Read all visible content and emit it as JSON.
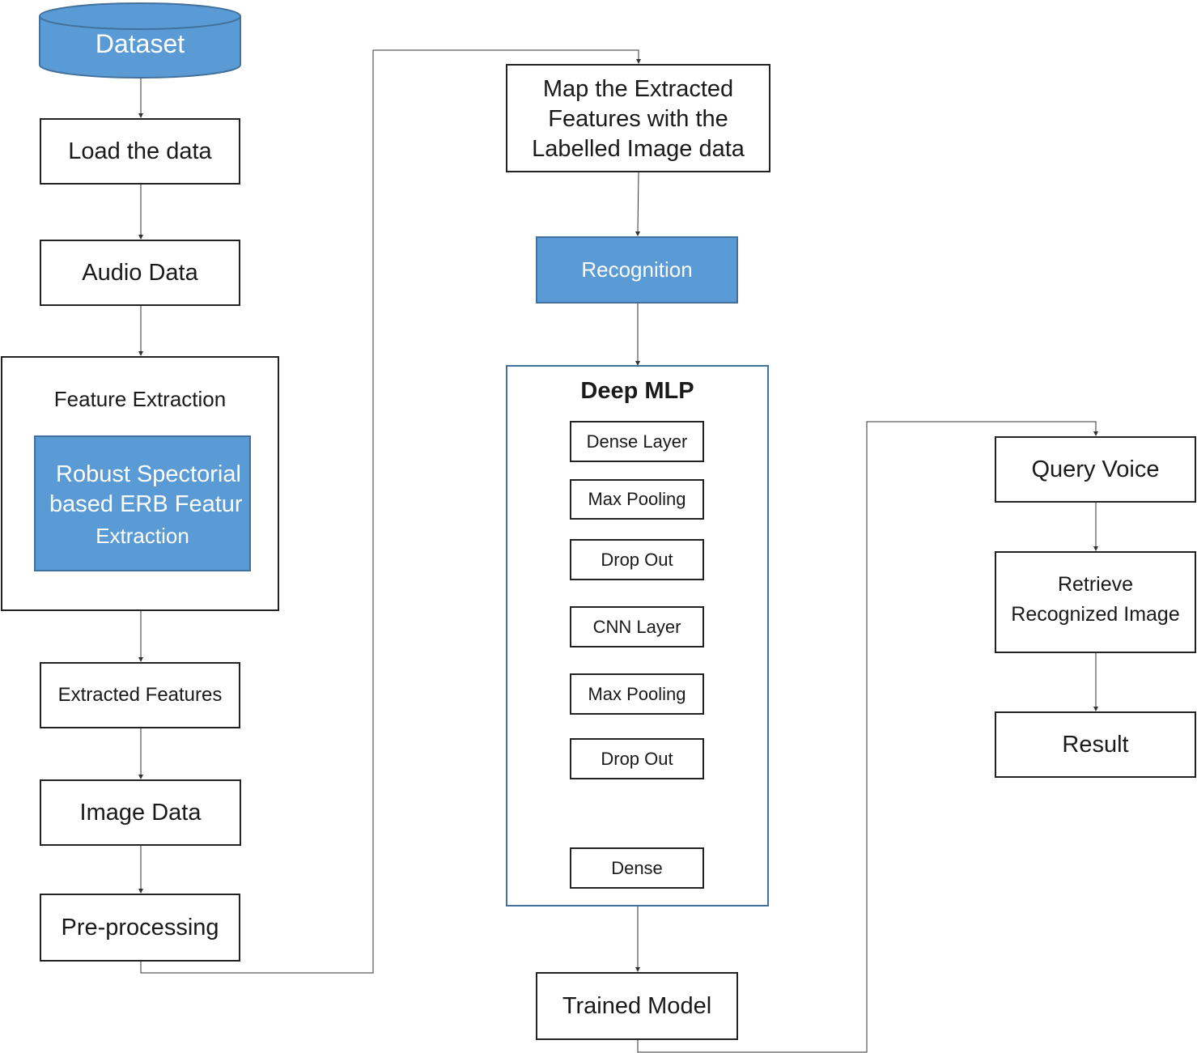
{
  "nodes": {
    "dataset": "Dataset",
    "load_data": "Load the data",
    "audio_data": "Audio Data",
    "feature_extraction": "Feature Extraction",
    "erb_line1": "Robust Spectorial",
    "erb_line2": "based ERB Featur",
    "erb_line3": "Extraction",
    "extracted_features": "Extracted Features",
    "image_data": "Image Data",
    "preprocessing": "Pre-processing",
    "map_line1": "Map the Extracted",
    "map_line2": "Features with the",
    "map_line3": "Labelled Image data",
    "recognition": "Recognition",
    "deep_mlp": "Deep MLP",
    "trained_model": "Trained Model",
    "query_voice": "Query Voice",
    "retrieve_line1": "Retrieve",
    "retrieve_line2": "Recognized Image",
    "result": "Result"
  },
  "mlp_layers": [
    "Dense Layer",
    "Max Pooling",
    "Drop Out",
    "CNN Layer",
    "Max Pooling",
    "Drop Out",
    "Dense"
  ],
  "colors": {
    "accent_fill": "#5b9bd5",
    "accent_border": "#41719c",
    "line": "#333333"
  }
}
